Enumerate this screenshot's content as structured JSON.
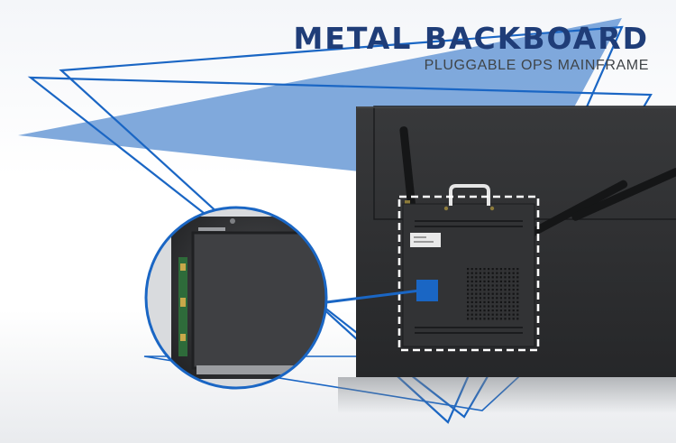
{
  "heading": {
    "title": "METAL BACKBOARD",
    "subtitle": "PLUGGABLE OPS MAINFRAME"
  },
  "colors": {
    "title": "#1f3d78",
    "accent_blue": "#1a66c4",
    "light_blue": "#6a9ad6",
    "panel_dark": "#2e2f31",
    "dashed_outline": "#ffffff"
  },
  "icons": [
    "wifi-antenna",
    "usb-connector",
    "cooling-vent-grille",
    "callout-marker"
  ]
}
